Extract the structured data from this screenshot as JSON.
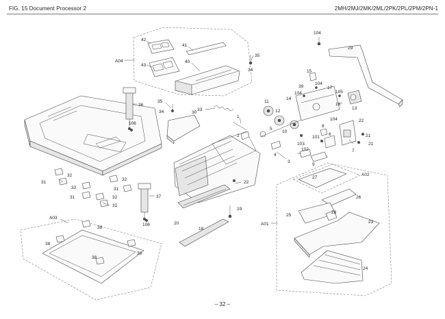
{
  "header": {
    "fig_title": "FIG. 15  Document Processor 2",
    "model_code": "2MH/2MJ/2MK/2ML/2PK/2PL/2PM/2PN-1"
  },
  "footer": {
    "page_number": "– 32 –"
  },
  "groups": {
    "a01": "A01",
    "a02": "A02",
    "a03": "A03",
    "a04": "A04"
  },
  "callouts": {
    "c1": "1",
    "c2": "2",
    "c3": "3",
    "c4": "4",
    "c5": "5",
    "c6": "6",
    "c7": "7",
    "c8": "8",
    "c9": "9",
    "c10": "10",
    "c11": "11",
    "c12": "12",
    "c13": "13",
    "c14": "14",
    "c15": "15",
    "c16": "16",
    "c17": "17",
    "c18": "18",
    "c19": "19",
    "c20": "20",
    "c21a": "21",
    "c21b": "21",
    "c22a": "22",
    "c22b": "22",
    "c23": "23",
    "c24": "24",
    "c25": "25",
    "c26": "26",
    "c27": "27",
    "c28": "28",
    "c29": "29",
    "c30": "30",
    "c31a": "31",
    "c31b": "31",
    "c31c": "31",
    "c31d": "31",
    "c32a": "32",
    "c32b": "32",
    "c32c": "32",
    "c32d": "32",
    "c33": "33",
    "c34a": "34",
    "c34b": "34",
    "c35a": "35",
    "c35b": "35",
    "c36": "36",
    "c37": "37",
    "c38a": "38",
    "c38b": "38",
    "c38c": "38",
    "c38d": "38",
    "c39": "39",
    "c40": "40",
    "c41": "41",
    "c42": "42",
    "c43": "43",
    "c101": "101",
    "c102": "102",
    "c103": "103",
    "c104a": "104",
    "c104b": "104",
    "c104c": "104",
    "c104d": "104",
    "c105": "105",
    "c106a": "106",
    "c106b": "106"
  }
}
